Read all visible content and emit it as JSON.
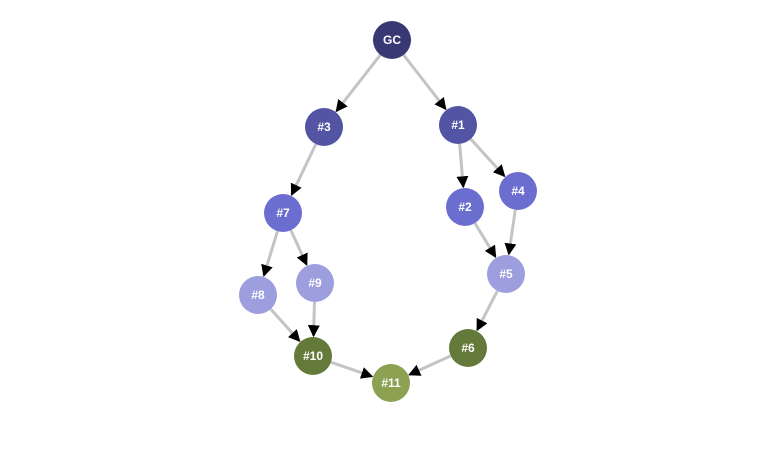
{
  "nodes": [
    {
      "id": "GC",
      "label": "GC",
      "color": "#383973"
    },
    {
      "id": "n1",
      "label": "#1",
      "color": "#5354a3"
    },
    {
      "id": "n3",
      "label": "#3",
      "color": "#5354a3"
    },
    {
      "id": "n2",
      "label": "#2",
      "color": "#6b6ecf"
    },
    {
      "id": "n4",
      "label": "#4",
      "color": "#6b6ecf"
    },
    {
      "id": "n7",
      "label": "#7",
      "color": "#6b6ecf"
    },
    {
      "id": "n5",
      "label": "#5",
      "color": "#9c9ede"
    },
    {
      "id": "n8",
      "label": "#8",
      "color": "#9c9ede"
    },
    {
      "id": "n9",
      "label": "#9",
      "color": "#9c9ede"
    },
    {
      "id": "n6",
      "label": "#6",
      "color": "#647a3a"
    },
    {
      "id": "n10",
      "label": "#10",
      "color": "#647a3a"
    },
    {
      "id": "n11",
      "label": "#11",
      "color": "#8ca252"
    }
  ],
  "edges": [
    {
      "from": "GC",
      "to": "n3"
    },
    {
      "from": "GC",
      "to": "n1"
    },
    {
      "from": "n3",
      "to": "n7"
    },
    {
      "from": "n1",
      "to": "n2"
    },
    {
      "from": "n1",
      "to": "n4"
    },
    {
      "from": "n7",
      "to": "n8"
    },
    {
      "from": "n7",
      "to": "n9"
    },
    {
      "from": "n2",
      "to": "n5"
    },
    {
      "from": "n4",
      "to": "n5"
    },
    {
      "from": "n8",
      "to": "n10"
    },
    {
      "from": "n9",
      "to": "n10"
    },
    {
      "from": "n5",
      "to": "n6"
    },
    {
      "from": "n10",
      "to": "n11"
    },
    {
      "from": "n6",
      "to": "n11"
    }
  ]
}
